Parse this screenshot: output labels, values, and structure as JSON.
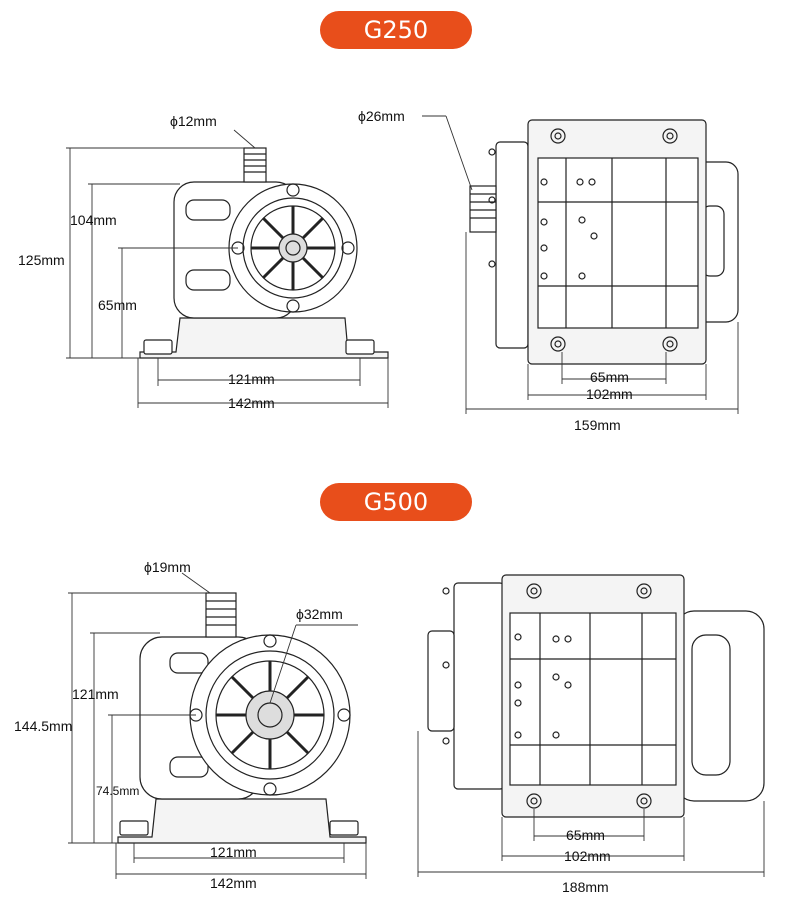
{
  "colors": {
    "accent": "#e84e1b",
    "line": "#222222",
    "dim": "#333333",
    "fill": "#f4f4f4"
  },
  "sections": [
    {
      "title": "G250",
      "side": {
        "outlet": "ϕ12mm",
        "height_total": "125mm",
        "height_body": "104mm",
        "height_center": "65mm",
        "base_inner": "121mm",
        "base_outer": "142mm"
      },
      "top": {
        "inlet": "ϕ26mm",
        "hole_spacing": "65mm",
        "base_width": "102mm",
        "length": "159mm"
      }
    },
    {
      "title": "G500",
      "side": {
        "outlet": "ϕ19mm",
        "inlet": "ϕ32mm",
        "height_total": "144.5mm",
        "height_body": "121mm",
        "height_center": "74.5mm",
        "base_inner": "121mm",
        "base_outer": "142mm"
      },
      "top": {
        "hole_spacing": "65mm",
        "base_width": "102mm",
        "length": "188mm"
      }
    }
  ]
}
